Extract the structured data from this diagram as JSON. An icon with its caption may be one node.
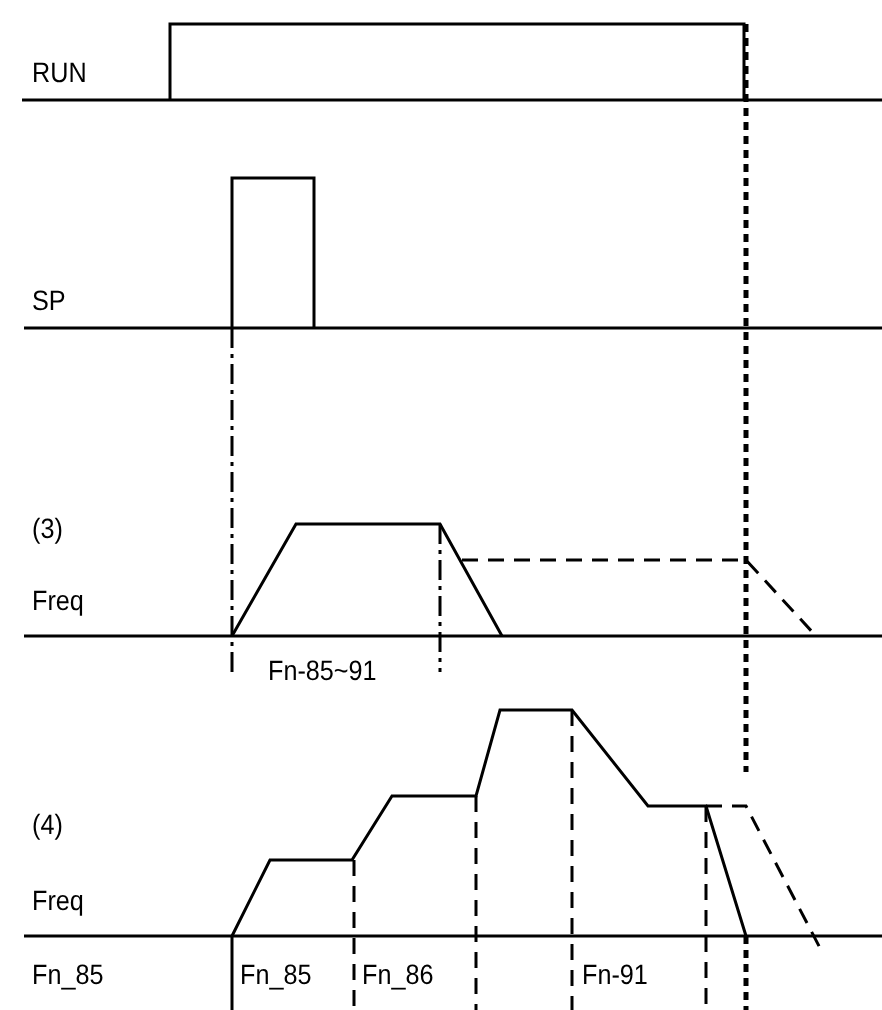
{
  "diagram": {
    "labels": [
      "RUN",
      "SP",
      "(3)",
      "Freq",
      "Fn-85~91",
      "(4)",
      "Freq",
      "Fn_85",
      "Fn_85",
      "Fn_86",
      "Fn-91"
    ]
  }
}
